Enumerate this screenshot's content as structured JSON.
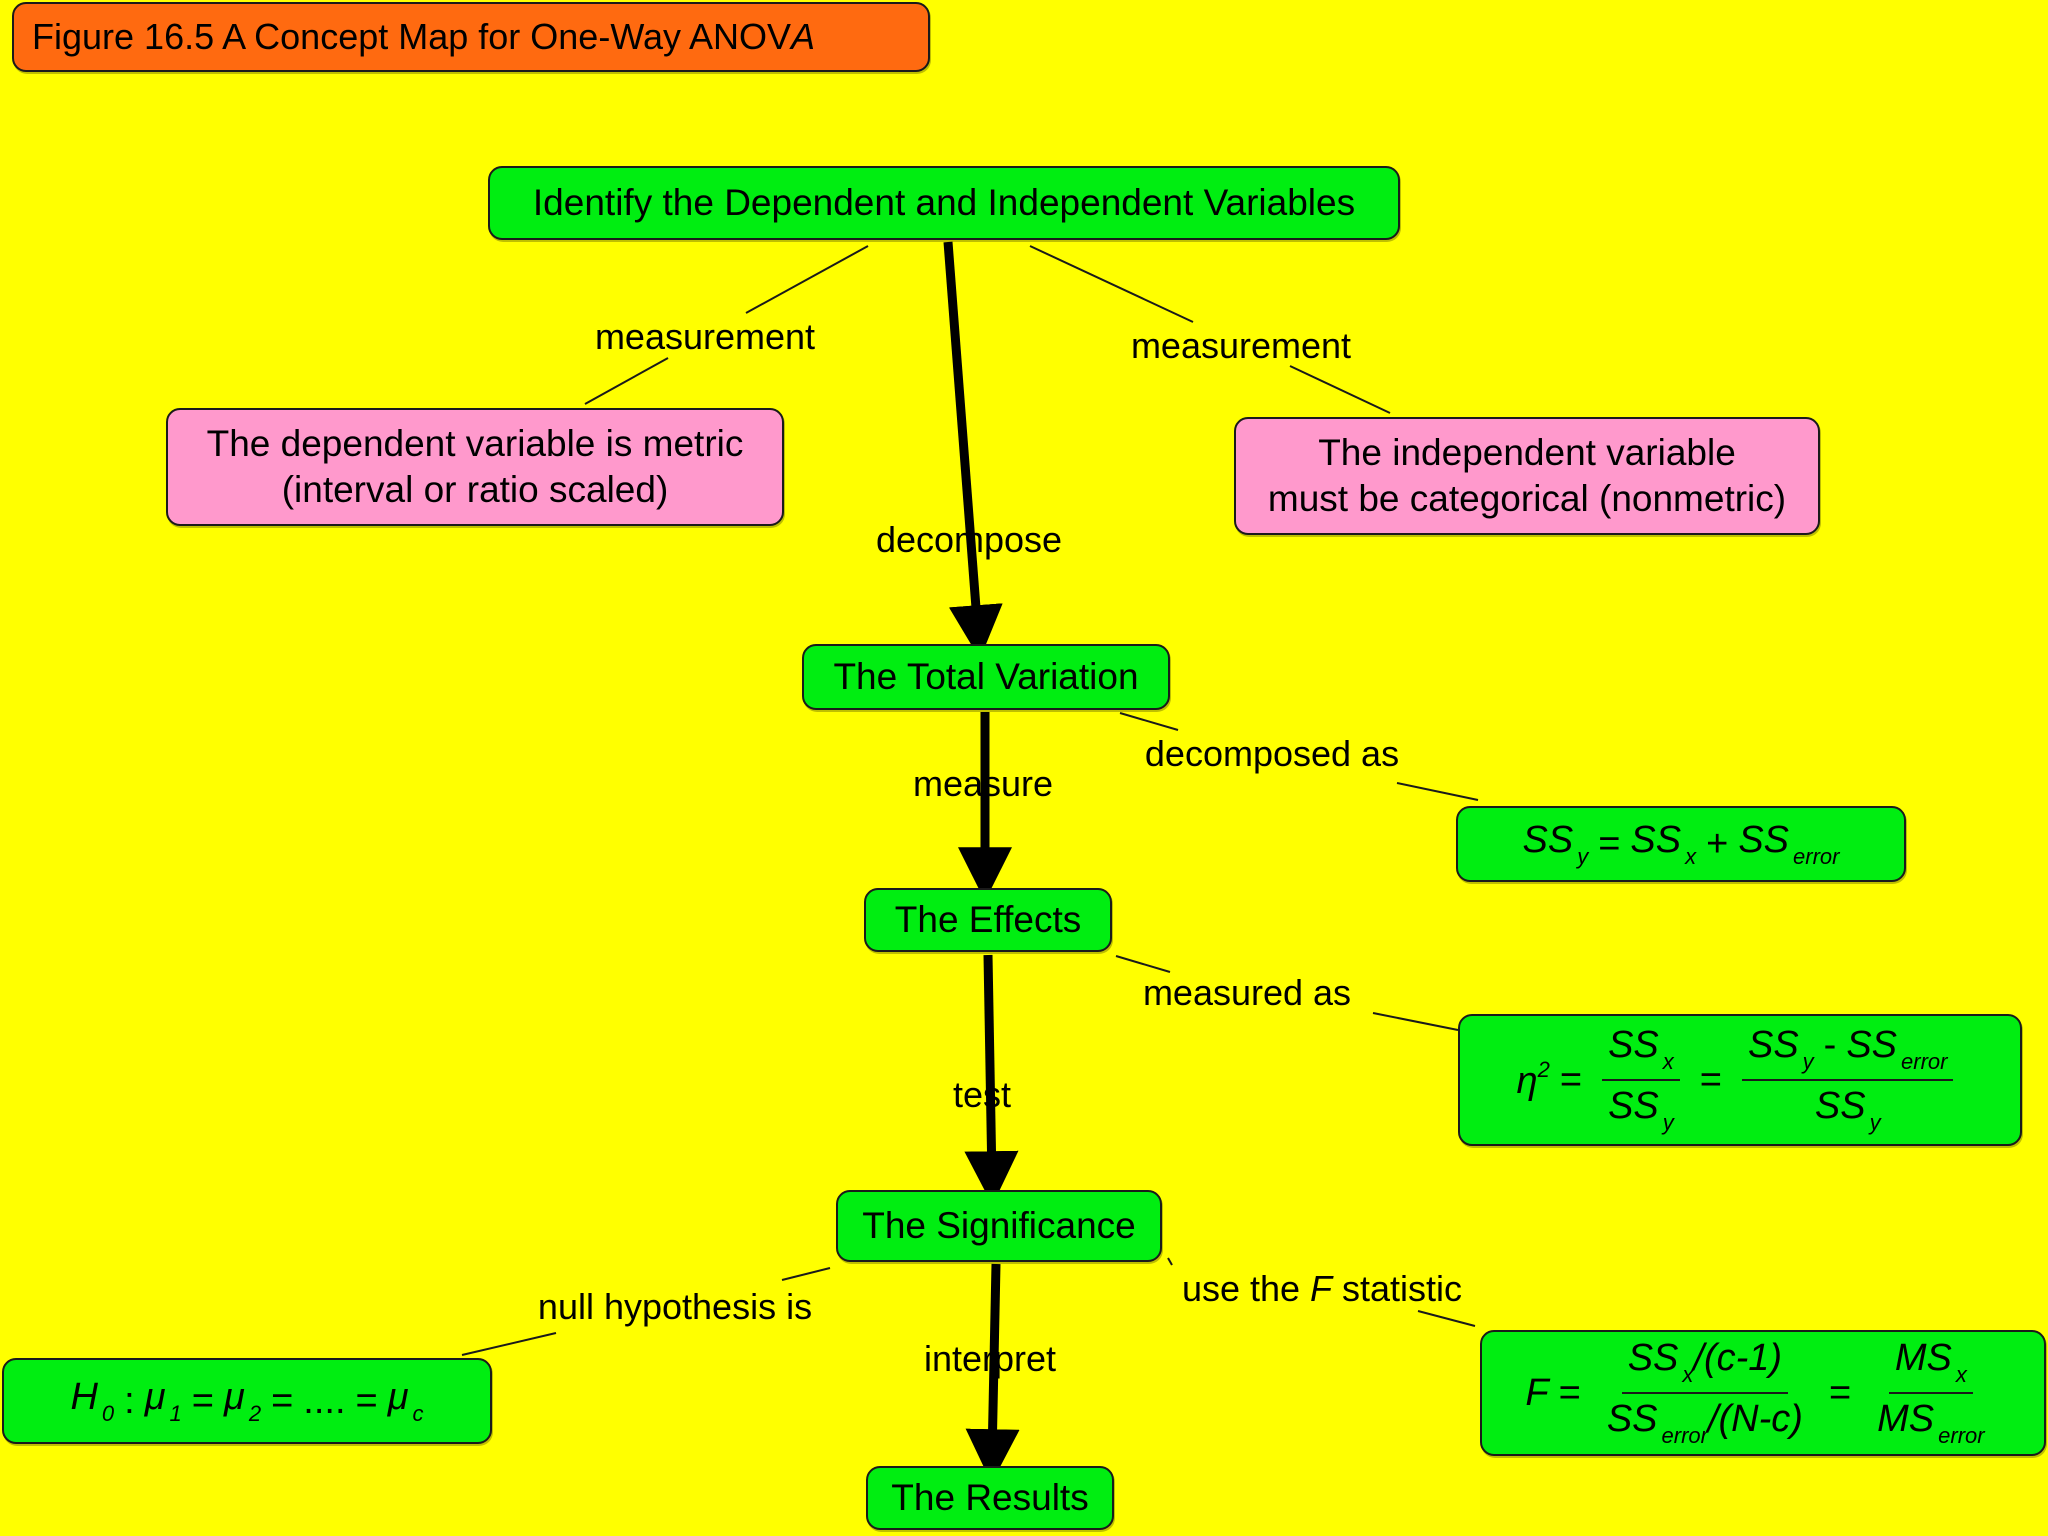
{
  "title": {
    "prefix": "Figure 16.5  A Concept Map for One-Way ANOV",
    "italic_a": "A"
  },
  "nodes": {
    "identify": "Identify the Dependent and Independent Variables",
    "dependent": {
      "line1": "The dependent variable is metric",
      "line2": "(interval or ratio scaled)"
    },
    "independent": {
      "line1": "The independent variable",
      "line2": "must be categorical (nonmetric)"
    },
    "total_variation": "The Total Variation",
    "effects": "The Effects",
    "significance": "The Significance",
    "results": "The Results"
  },
  "links": {
    "measurement_left": "measurement",
    "measurement_right": "measurement",
    "decompose": "decompose",
    "decomposed_as": "decomposed as",
    "measure": "measure",
    "measured_as": "measured as",
    "test": "test",
    "null_hypothesis": "null hypothesis is",
    "use_the": "use the ",
    "f_letter": "F",
    "statistic": " statistic",
    "interpret": "interpret"
  },
  "formulas": {
    "ss": "SS",
    "y": "y",
    "x": "x",
    "error": "error",
    "eq": "=",
    "plus": "+",
    "minus": "-",
    "eta": "η",
    "two": "2",
    "c_minus_1": "/(c-1)",
    "n_minus_c": "/(N-c)",
    "ms": "MS",
    "f": "F",
    "h": "H",
    "zero": "0",
    "colon": ":",
    "mu": "μ",
    "one": "1",
    "dots": "....",
    "c": "c"
  },
  "colors": {
    "background": "#ffff00",
    "title_fill": "#ff6a10",
    "node_green": "#00ee11",
    "node_pink": "#ff99cc"
  }
}
